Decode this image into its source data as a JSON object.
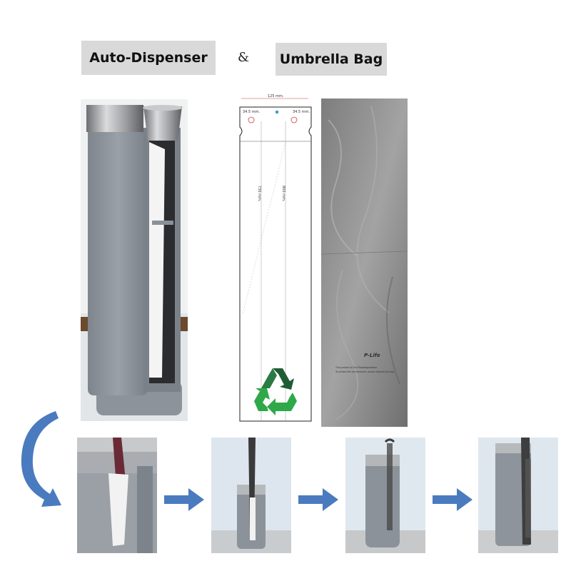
{
  "titles": {
    "dispenser": "Auto-Dispenser",
    "separator": "&",
    "bag": "Umbrella Bag"
  },
  "diagram": {
    "width_dim": "125 mm.",
    "left_offset": "34.5 mm.",
    "right_offset": "34.5 mm.",
    "length_a": "730 mm.",
    "length_b": "800 mm."
  },
  "bag_print": {
    "brand": "P-Life",
    "line_1": "This product is Fox Photodegradable",
    "line_2": "To protect the environment, please discard this bag"
  },
  "colors": {
    "arrow_blue": "#4a7bbf",
    "dispenser_gray": "#8a8f96",
    "recycle_dark": "#1f5c34",
    "recycle_light": "#2fa84a"
  }
}
